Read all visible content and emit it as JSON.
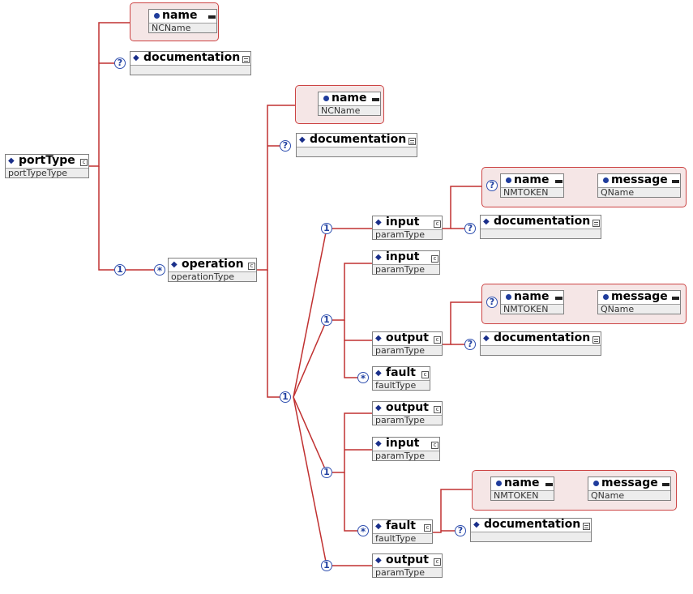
{
  "labels": {
    "portType": "portType",
    "portTypeType": "portTypeType",
    "name": "name",
    "NCName": "NCName",
    "documentation": "documentation",
    "operation": "operation",
    "operationType": "operationType",
    "input": "input",
    "output": "output",
    "fault": "fault",
    "paramType": "paramType",
    "faultType": "faultType",
    "message": "message",
    "NMTOKEN": "NMTOKEN",
    "QName": "QName"
  },
  "symbols": {
    "one": "1",
    "optional": "?",
    "many": "*",
    "complex_type": "c"
  },
  "colors": {
    "wire": "#c03030",
    "compositor": "#3050b0",
    "node_fill": "#ededed",
    "attr_group_border": "#cc4444",
    "diamond": "#1a2f8a"
  }
}
